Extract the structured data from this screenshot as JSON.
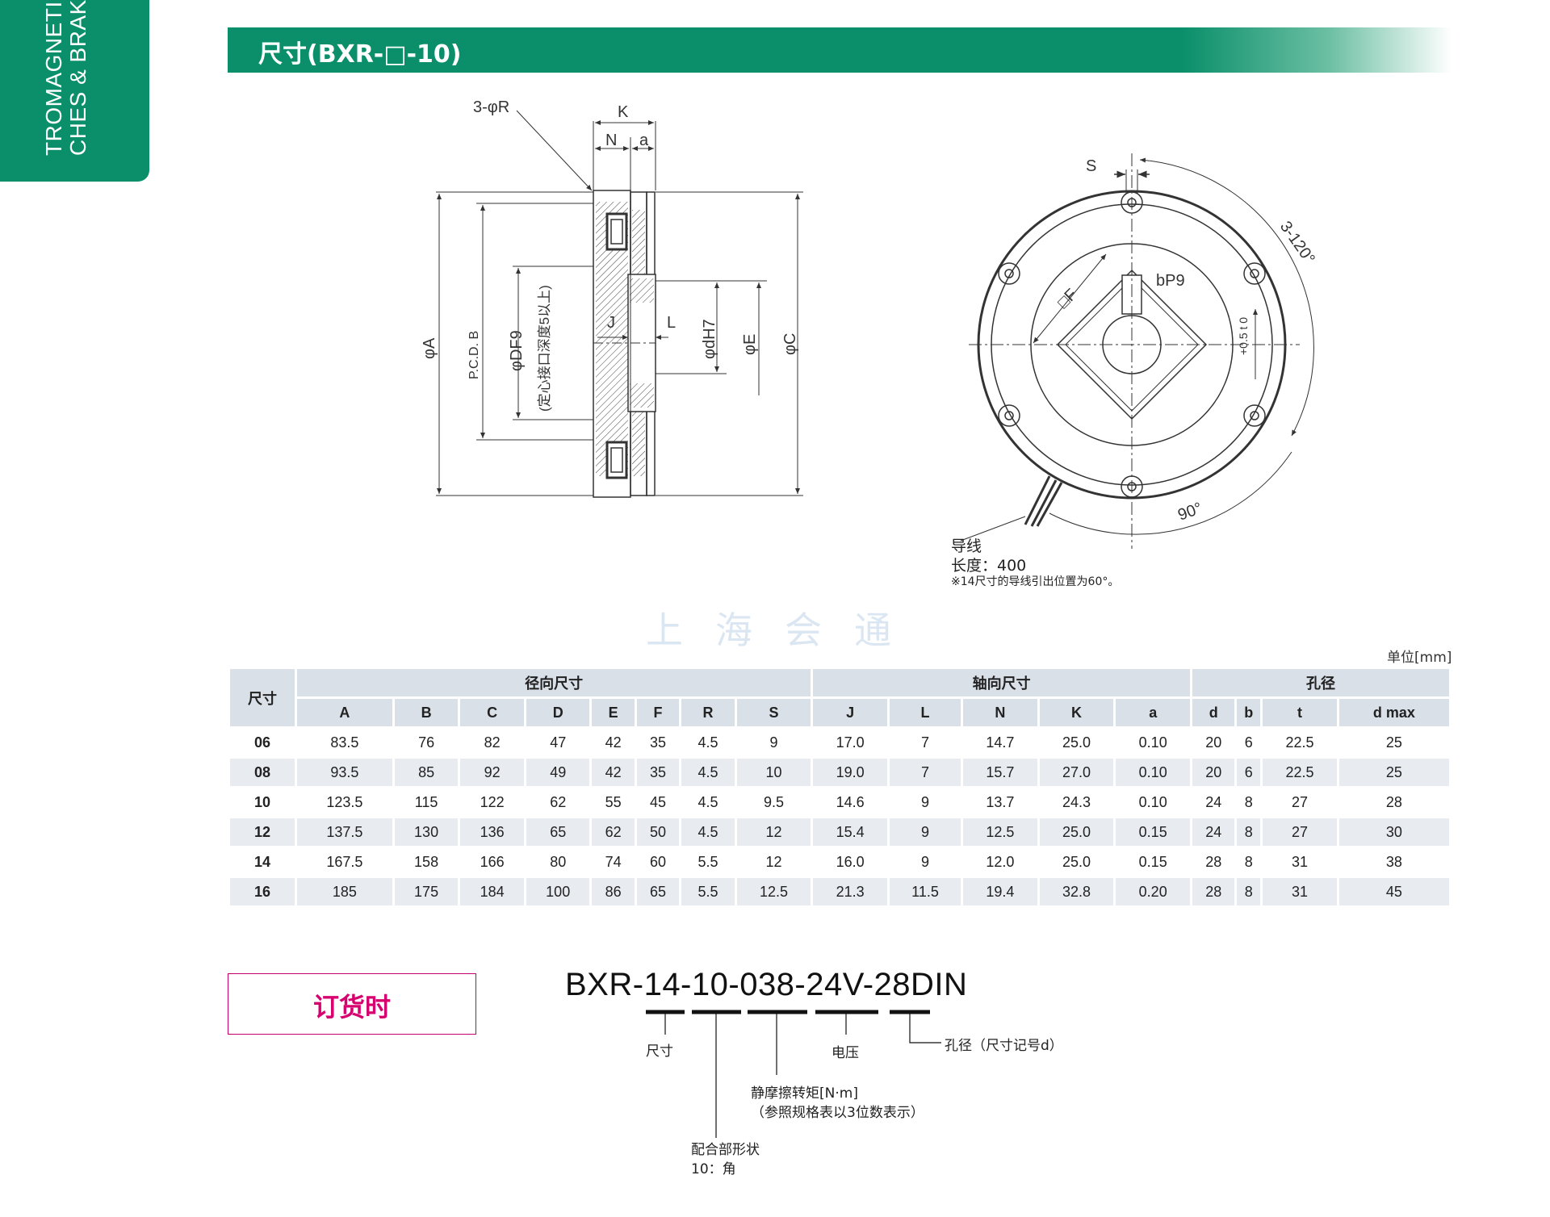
{
  "side_tab": {
    "lines": "TROMAGNETIC\nCHES & BRAKES"
  },
  "header": {
    "title": "尺寸(BXR-□-10)"
  },
  "drawing_labels": {
    "hole": "3-φR",
    "K": "K",
    "N": "N",
    "a": "a",
    "phiA": "φA",
    "pcdB": "P.C.D. B",
    "phiDF9": "φDF9",
    "centering": "(定心接口深度5以上)",
    "J": "J",
    "L": "L",
    "phidH7": "φdH7",
    "phiE": "φE",
    "phiC": "φC",
    "S": "S",
    "angle120": "3-120°",
    "sqF": "□F",
    "bP9": "bP9",
    "tol": "+0.5 t 0",
    "angle90": "90°",
    "lead": "导线",
    "length": "长度：400",
    "note": "※14尺寸的导线引出位置为60°。"
  },
  "watermark": "上海会通",
  "unit_label": "单位[mm]",
  "table": {
    "size_header": "尺寸",
    "group_headers": [
      "径向尺寸",
      "轴向尺寸",
      "孔径"
    ],
    "columns": [
      "A",
      "B",
      "C",
      "D",
      "E",
      "F",
      "R",
      "S",
      "J",
      "L",
      "N",
      "K",
      "a",
      "d",
      "b",
      "t",
      "d max"
    ],
    "rows": [
      [
        "06",
        "83.5",
        "76",
        "82",
        "47",
        "42",
        "35",
        "4.5",
        "9",
        "17.0",
        "7",
        "14.7",
        "25.0",
        "0.10",
        "20",
        "6",
        "22.5",
        "25"
      ],
      [
        "08",
        "93.5",
        "85",
        "92",
        "49",
        "42",
        "35",
        "4.5",
        "10",
        "19.0",
        "7",
        "15.7",
        "27.0",
        "0.10",
        "20",
        "6",
        "22.5",
        "25"
      ],
      [
        "10",
        "123.5",
        "115",
        "122",
        "62",
        "55",
        "45",
        "4.5",
        "9.5",
        "14.6",
        "9",
        "13.7",
        "24.3",
        "0.10",
        "24",
        "8",
        "27",
        "28"
      ],
      [
        "12",
        "137.5",
        "130",
        "136",
        "65",
        "62",
        "50",
        "4.5",
        "12",
        "15.4",
        "9",
        "12.5",
        "25.0",
        "0.15",
        "24",
        "8",
        "27",
        "30"
      ],
      [
        "14",
        "167.5",
        "158",
        "166",
        "80",
        "74",
        "60",
        "5.5",
        "12",
        "16.0",
        "9",
        "12.0",
        "25.0",
        "0.15",
        "28",
        "8",
        "31",
        "38"
      ],
      [
        "16",
        "185",
        "175",
        "184",
        "100",
        "86",
        "65",
        "5.5",
        "12.5",
        "21.3",
        "11.5",
        "19.4",
        "32.8",
        "0.20",
        "28",
        "8",
        "31",
        "45"
      ]
    ]
  },
  "order": {
    "box_label": "订货时",
    "model": "BXR-14-10-038-24V-28DIN",
    "size": "尺寸",
    "voltage": "电压",
    "bore": "孔径（尺寸记号d）",
    "torque": "静摩擦转矩[N·m]",
    "torque_note": "（参照规格表以3位数表示）",
    "shape": "配合部形状",
    "shape_note": "10：角"
  },
  "colors": {
    "brand_green": "#0a8f6a",
    "order_magenta": "#d6006f",
    "table_header": "#d9e0e8",
    "row_shade": "#e8ebf0"
  }
}
